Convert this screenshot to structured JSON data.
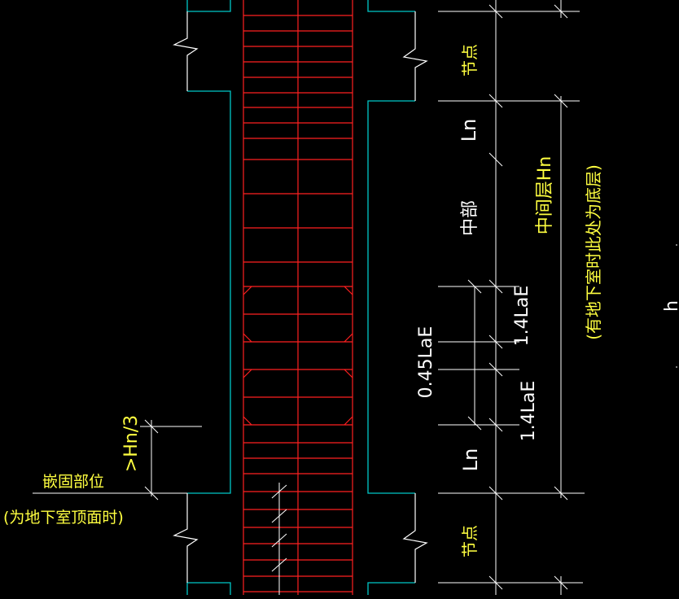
{
  "colors": {
    "background": "#000000",
    "wall": "#00c8c8",
    "rebar": "#ff2020",
    "dimension": "#ffffff",
    "annotation": "#ffff40"
  },
  "labels": {
    "jiedian_top": "节点",
    "jiedian_bottom": "节点",
    "ln_upper": "Ln",
    "ln_lower": "Ln",
    "zhongbu": "中部",
    "lap_045": "0.45LaE",
    "lap_14_upper": "1.4LaE",
    "lap_14_lower": "1.4LaE",
    "middle_floor_hn": "中间层Hn",
    "basement_note": "(有地下室时此处为底层)",
    "hn_third": ">Hn/3",
    "embed_position": "嵌固部位",
    "embed_note": "(为地下室顶面时)",
    "edge_mark": "h"
  }
}
